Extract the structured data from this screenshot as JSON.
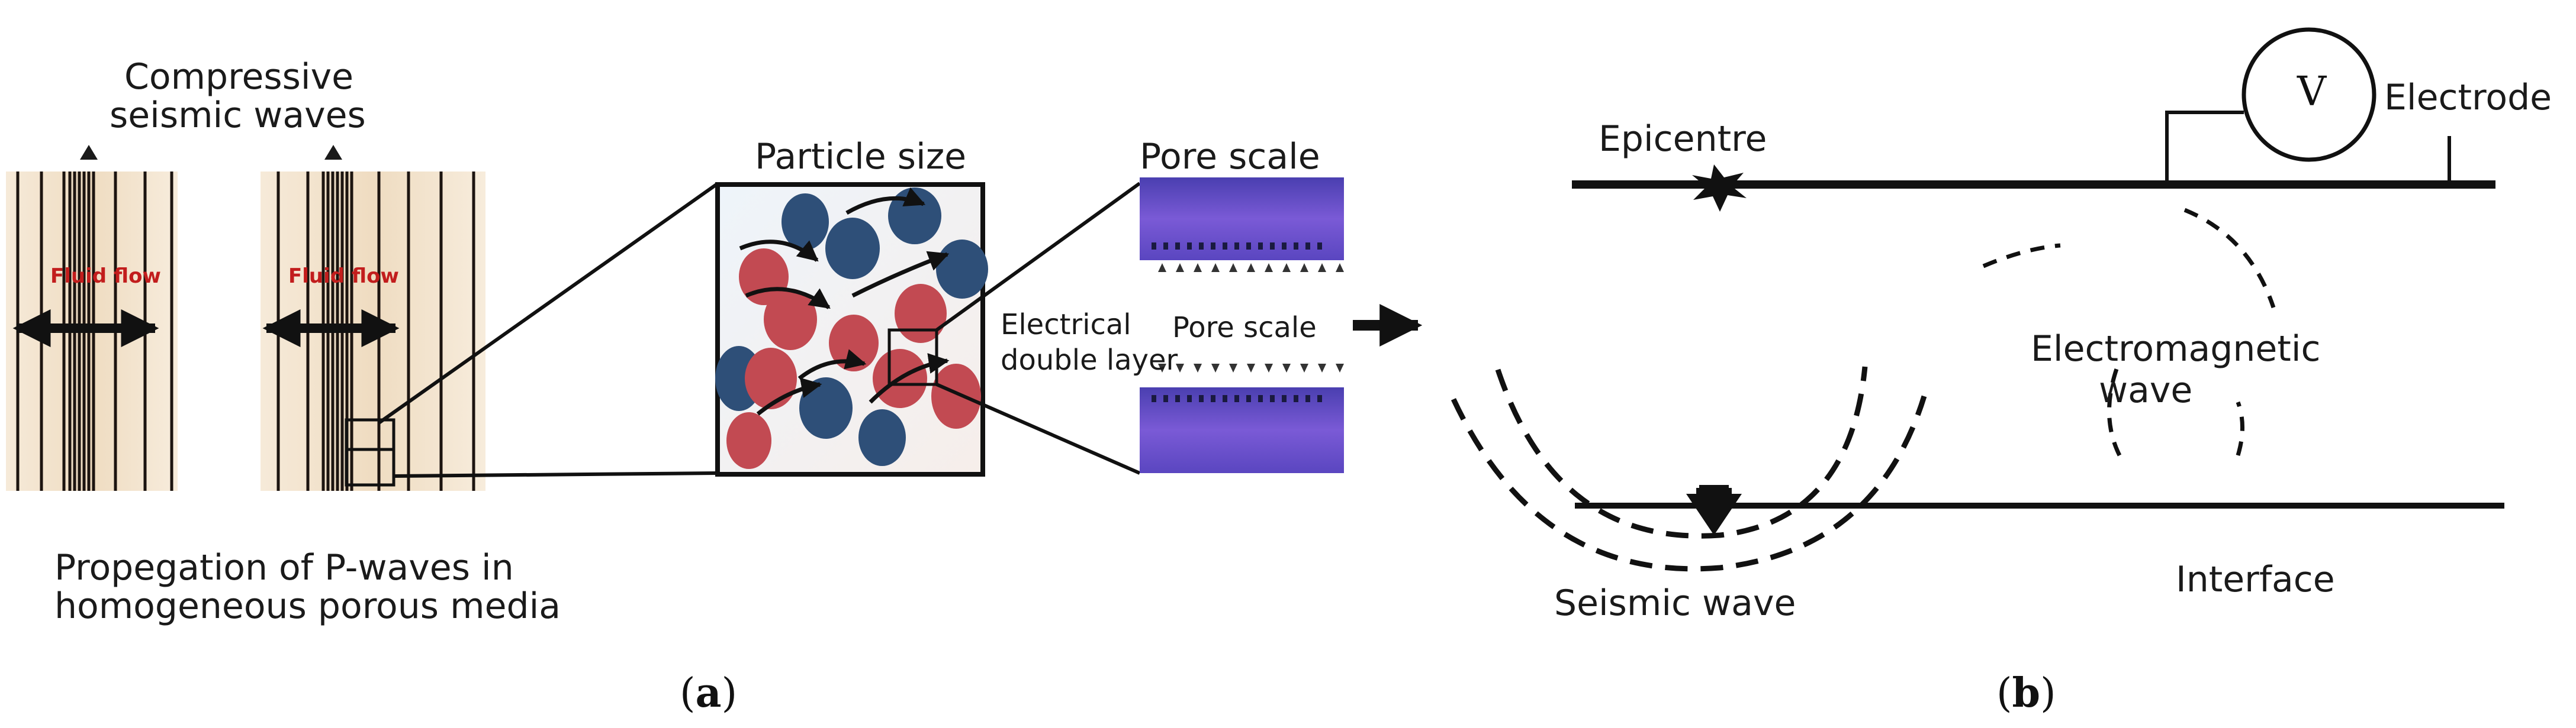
{
  "panel_a": {
    "label_compressive": [
      "Compressive",
      "seismic waves"
    ],
    "label_fluid_flow": "Fluid flow",
    "label_particle_size": "Particle size",
    "label_pore_scale_top": "Pore scale",
    "label_pore_scale_mid": "Pore scale",
    "label_double_layer": [
      "Electrical",
      "double layer"
    ],
    "label_propagation": [
      "Propegation of P-waves in",
      "homogeneous porous media"
    ],
    "caption": {
      "open": "(",
      "letter": "a",
      "close": ")"
    }
  },
  "panel_b": {
    "label_epicentre": "Epicentre",
    "label_voltmeter": "V",
    "label_electrode": "Electrode",
    "label_em_wave": [
      "Electromagnetic",
      "wave"
    ],
    "label_seismic_wave": "Seismic wave",
    "label_interface": "Interface",
    "caption": {
      "open": "(",
      "letter": "b",
      "close": ")"
    }
  },
  "colors": {
    "background": "#ffffff",
    "ink": "#111111",
    "beige_medium": "#f2e4cf",
    "particle_blue": "#2e4f78",
    "particle_red": "#c24a52",
    "pore_purple": "#6b4ec8",
    "fluid_red": "#c21d1d"
  }
}
